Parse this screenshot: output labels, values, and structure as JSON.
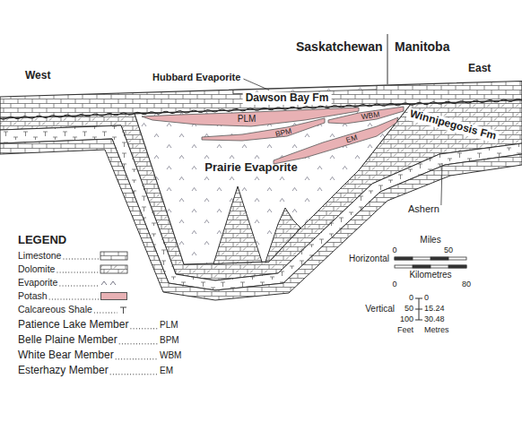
{
  "diagram": {
    "nodes": [
      {
        "text": [
          "PLM"
        ]
      },
      {
        "text": [
          "BPM"
        ]
      },
      {
        "text": [
          "WBM"
        ]
      },
      {
        "text": [
          "EM"
        ]
      }
    ],
    "labels": [
      "West",
      "Hubbard Evaporite",
      "Saskatchewan",
      "Manitoba",
      "East",
      "Dawson Bay Fm",
      "Winnipegosis Fm",
      "Prairie Evaporite",
      "Ashern",
      "LEGEND",
      "Patience Lake Member",
      "PLM",
      "Belle Plaine Member",
      "BPM",
      "White Bear Member",
      "WBM",
      "Esterhazy Member",
      "EM",
      "Miles",
      "0",
      "50",
      "Horizontal",
      "Kilometres",
      "0",
      "80",
      "Vertical",
      "0",
      "0",
      "50",
      "15.24",
      "100",
      "30.48",
      "Feet",
      "Metres"
    ],
    "legend": [
      {
        "text": "Limestone"
      },
      {
        "text": "Dolomite"
      },
      {
        "text": "Evaporite"
      },
      {
        "text": "Potash",
        "color": "#e8b1b4"
      },
      {
        "text": "Calcareous Shale"
      }
    ]
  }
}
